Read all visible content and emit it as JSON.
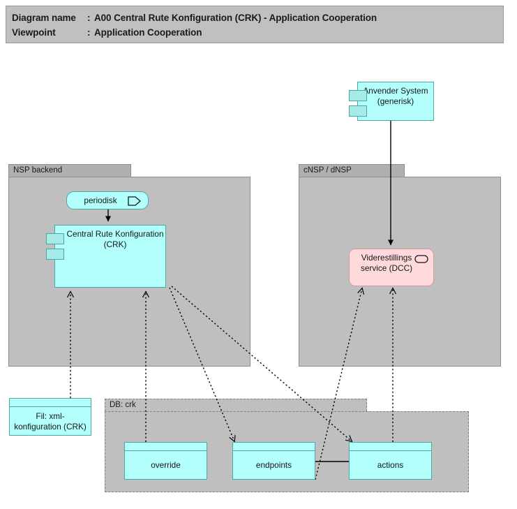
{
  "header": {
    "diagram_name_key": "Diagram name",
    "diagram_name_sep": ":",
    "diagram_name_value": "A00 Central Rute Konfiguration (CRK) - Application Cooperation",
    "viewpoint_key": "Viewpoint",
    "viewpoint_sep": ":",
    "viewpoint_value": "Application Cooperation"
  },
  "colors": {
    "application": "#b3fffb",
    "application_border": "#4aa9a5",
    "service": "#ffd9dc",
    "service_border": "#d49aa0",
    "group_body": "#bfbfbf",
    "group_tab": "#b0b0b0",
    "group_border": "#8c8c8c",
    "banner": "#c0c0c0",
    "connector": "#000000"
  },
  "groups": [
    {
      "id": "nsp-backend",
      "label": "NSP backend"
    },
    {
      "id": "cnsp-dnsp",
      "label": "cNSP / dNSP"
    },
    {
      "id": "db-crk",
      "label": "DB: crk"
    }
  ],
  "nodes": {
    "anvender_system": {
      "label": "Anvender System\n(generisk)",
      "type": "application-component",
      "icon": "component-icon"
    },
    "periodisk": {
      "label": "periodisk",
      "type": "application-event",
      "icon": "event-icon"
    },
    "crk": {
      "label": "Central Rute Konfiguration\n(CRK)",
      "type": "application-component",
      "icon": "component-icon"
    },
    "dcc": {
      "label": "Viderestillings\nservice (DCC)",
      "type": "application-service",
      "icon": "service-icon"
    },
    "fil_xml": {
      "label": "Fil: xml-\nkonfiguration (CRK)",
      "type": "artifact",
      "icon": "artifact-icon"
    },
    "override": {
      "label": "override",
      "type": "artifact",
      "icon": "artifact-icon"
    },
    "endpoints": {
      "label": "endpoints",
      "type": "artifact",
      "icon": "artifact-icon"
    },
    "actions": {
      "label": "actions",
      "type": "artifact",
      "icon": "artifact-icon"
    }
  },
  "connectors": [
    {
      "from": "anvender_system",
      "to": "dcc",
      "style": "solid",
      "arrow": "filled"
    },
    {
      "from": "periodisk",
      "to": "crk",
      "style": "solid",
      "arrow": "filled"
    },
    {
      "from": "fil_xml",
      "to": "crk",
      "style": "dotted",
      "arrow": "open"
    },
    {
      "from": "override",
      "to": "crk",
      "style": "dotted",
      "arrow": "open"
    },
    {
      "from": "crk",
      "to": "endpoints",
      "style": "dotted",
      "arrow": "open"
    },
    {
      "from": "crk",
      "to": "actions",
      "style": "dotted",
      "arrow": "open"
    },
    {
      "from": "endpoints",
      "to": "dcc",
      "style": "dotted",
      "arrow": "open"
    },
    {
      "from": "actions",
      "to": "dcc",
      "style": "dotted",
      "arrow": "open"
    },
    {
      "from": "endpoints",
      "to": "actions",
      "style": "solid",
      "arrow": "none"
    }
  ]
}
